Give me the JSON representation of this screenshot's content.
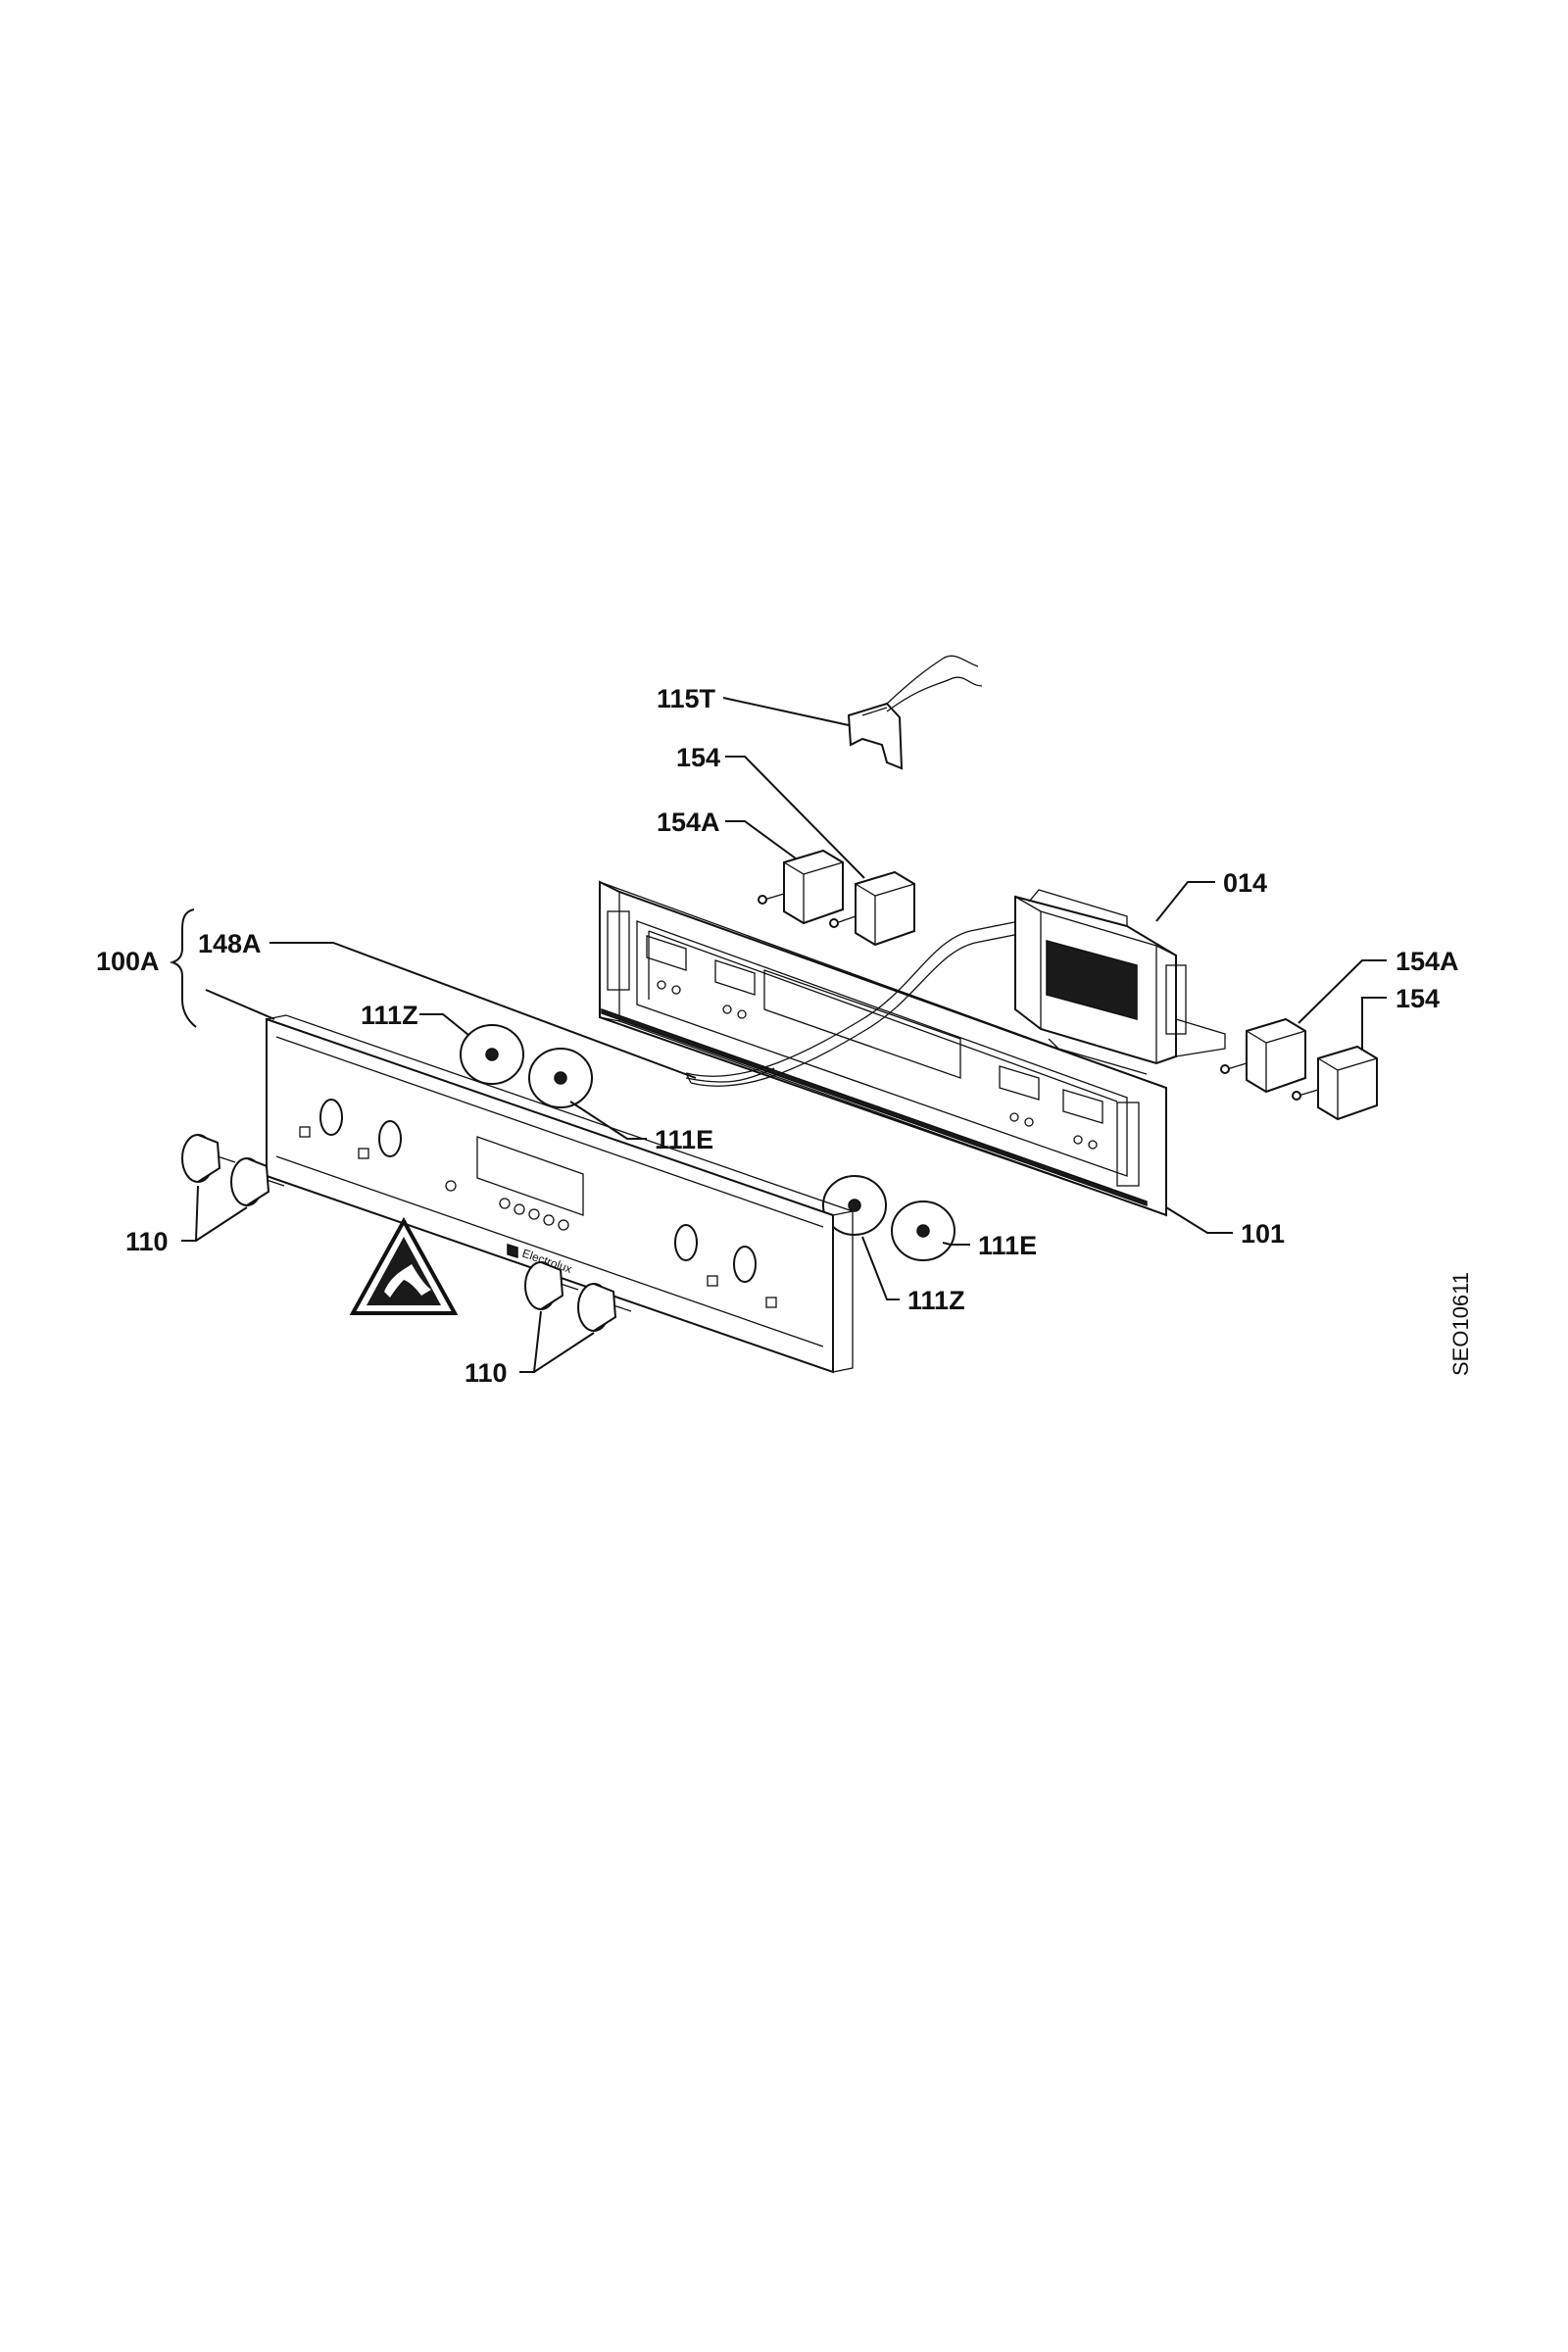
{
  "labels": {
    "l115T": "115T",
    "l154_top": "154",
    "l154A_top": "154A",
    "l014": "014",
    "l100A": "100A",
    "l148A": "148A",
    "l111Z_left": "111Z",
    "l111E_left": "111E",
    "l154A_right": "154A",
    "l154_right": "154",
    "l110_left": "110",
    "l101": "101",
    "l111E_right": "111E",
    "l111Z_right": "111Z",
    "l110_bottom": "110"
  },
  "figure_ref": "SEO10611",
  "brand_text": "Electrolux"
}
